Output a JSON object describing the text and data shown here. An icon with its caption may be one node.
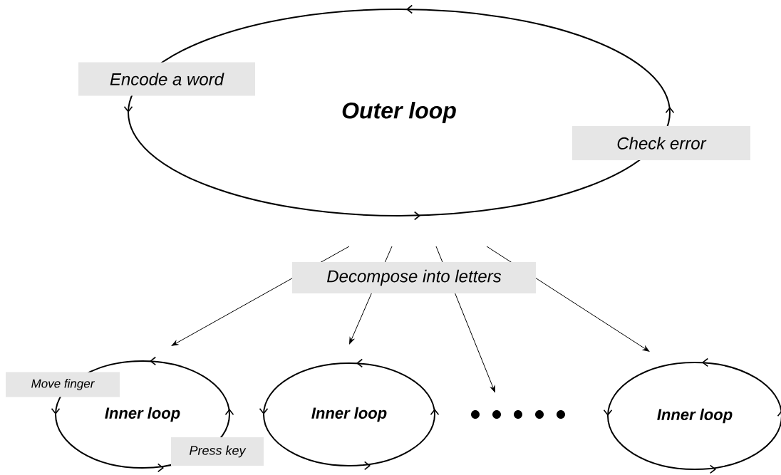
{
  "diagram": {
    "nodes": [
      {
        "text": [
          "Outer loop",
          "Encode a word",
          "Check error"
        ]
      },
      {
        "text": [
          "Inner loop",
          "Move finger",
          "Press key"
        ]
      },
      {
        "text": [
          "Inner loop"
        ]
      },
      {
        "text": [],
        "shape": "dots"
      },
      {
        "text": [
          "Inner loop"
        ]
      }
    ],
    "edges": [
      {
        "from": 0,
        "to": 1,
        "arrow": "to"
      },
      {
        "from": 0,
        "to": 2,
        "arrow": "to"
      },
      {
        "from": 0,
        "to": 3,
        "arrow": "to"
      },
      {
        "from": 0,
        "to": 4,
        "arrow": "to"
      }
    ],
    "labels": [
      "Decompose into letters"
    ]
  }
}
